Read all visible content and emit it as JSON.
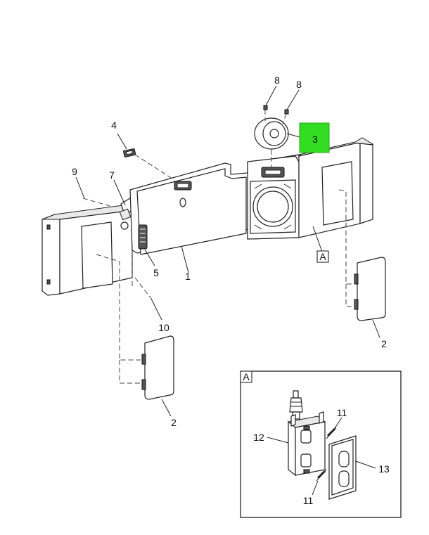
{
  "callouts": {
    "c1": "1",
    "c2a": "2",
    "c2b": "2",
    "c3": "3",
    "c4": "4",
    "c5": "5",
    "c7": "7",
    "c8a": "8",
    "c8b": "8",
    "c9": "9",
    "c10": "10",
    "c11a": "11",
    "c11b": "11",
    "c12": "12",
    "c13": "13"
  },
  "detail_ref": "A",
  "detail_title": "A",
  "colors": {
    "highlight": "#33dd22",
    "line": "#222222",
    "background": "#ffffff"
  }
}
